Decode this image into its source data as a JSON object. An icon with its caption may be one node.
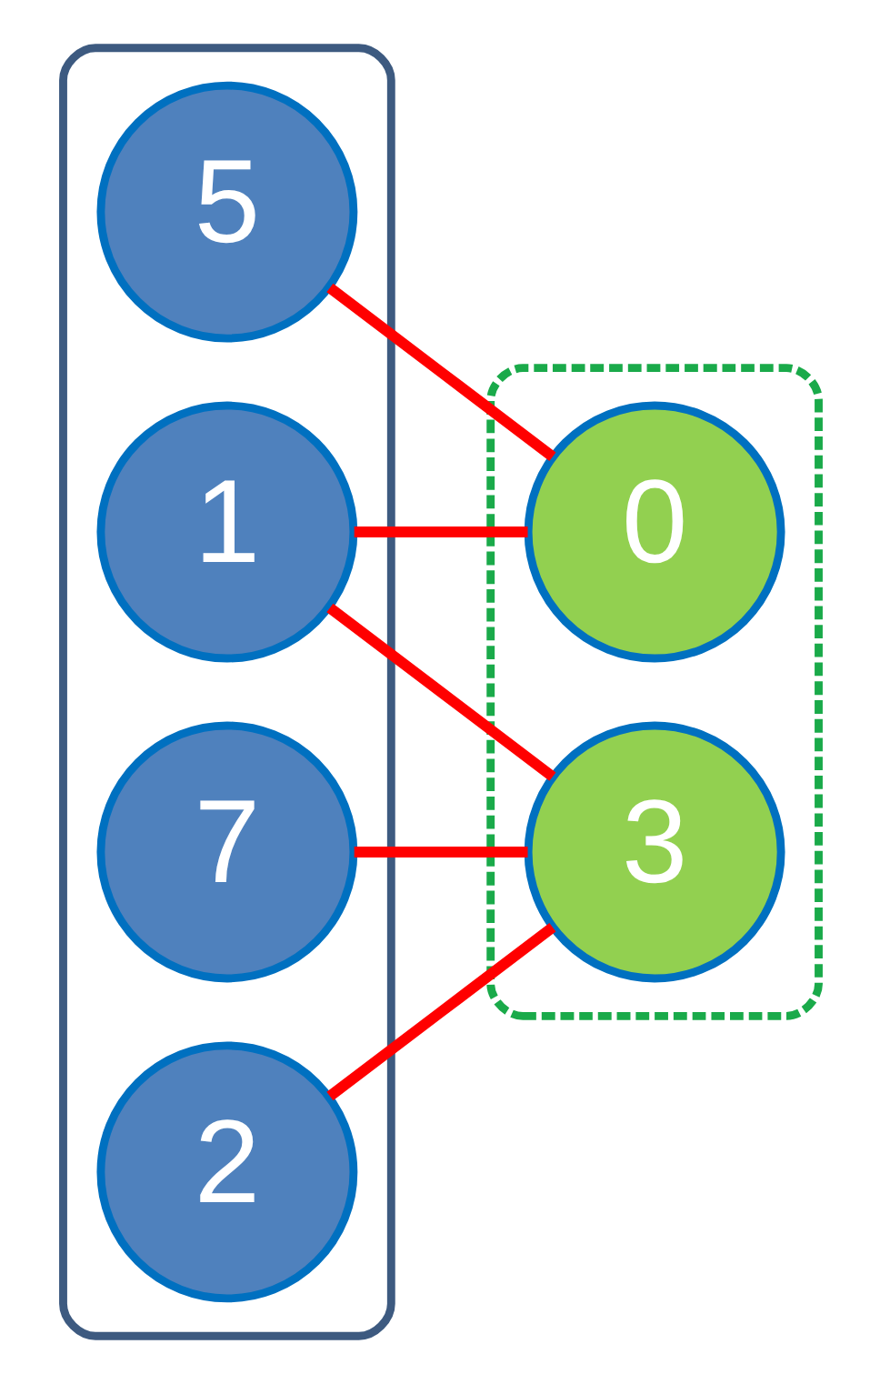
{
  "diagram": {
    "nodes": [
      {
        "text": [],
        "shape": "box"
      },
      {
        "text": [
          "5"
        ],
        "in": 0
      },
      {
        "text": [
          "1"
        ],
        "in": 0
      },
      {
        "text": [
          "7"
        ],
        "in": 0
      },
      {
        "text": [
          "2"
        ],
        "in": 0
      },
      {
        "text": [],
        "shape": "box"
      },
      {
        "text": [
          "0"
        ],
        "in": 5
      },
      {
        "text": [
          "3"
        ],
        "in": 5
      }
    ],
    "edges": [
      {
        "from": 1,
        "to": 6,
        "arrow": "none"
      },
      {
        "from": 2,
        "to": 6,
        "arrow": "none"
      },
      {
        "from": 2,
        "to": 7,
        "arrow": "none"
      },
      {
        "from": 3,
        "to": 7,
        "arrow": "none"
      },
      {
        "from": 4,
        "to": 7,
        "arrow": "none"
      }
    ]
  }
}
